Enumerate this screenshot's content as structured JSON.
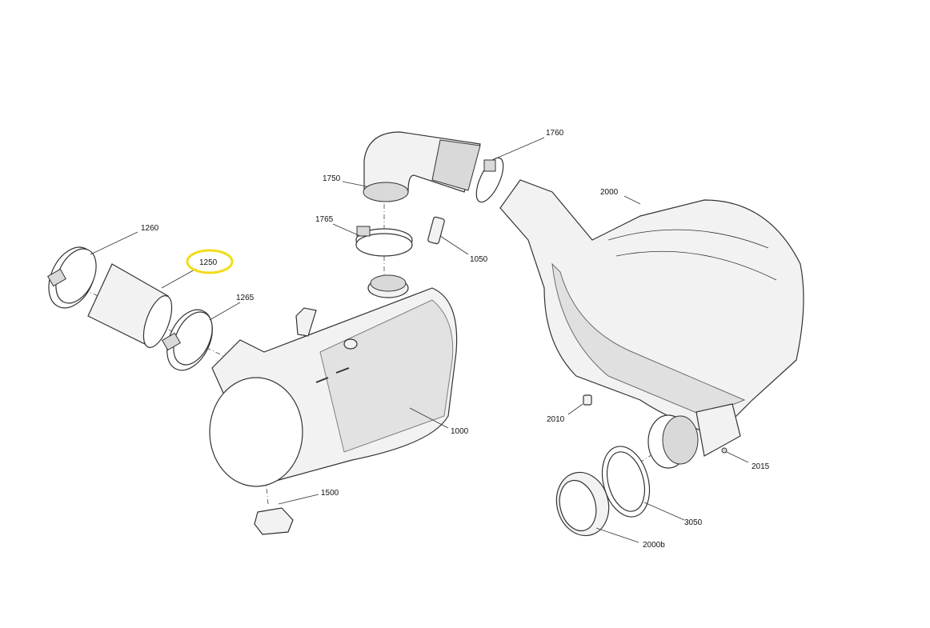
{
  "diagram": {
    "highlight_color": "#f2dc1a",
    "highlighted_part": "1250",
    "part_labels": {
      "p1260": "1260",
      "p1250": "1250",
      "p1265": "1265",
      "p1750": "1750",
      "p1760": "1760",
      "p1765": "1765",
      "p1050": "1050",
      "p2000": "2000",
      "p1000": "1000",
      "p1500": "1500",
      "p2010": "2010",
      "p2015": "2015",
      "p3050": "3050",
      "p2000b": "2000b"
    }
  }
}
